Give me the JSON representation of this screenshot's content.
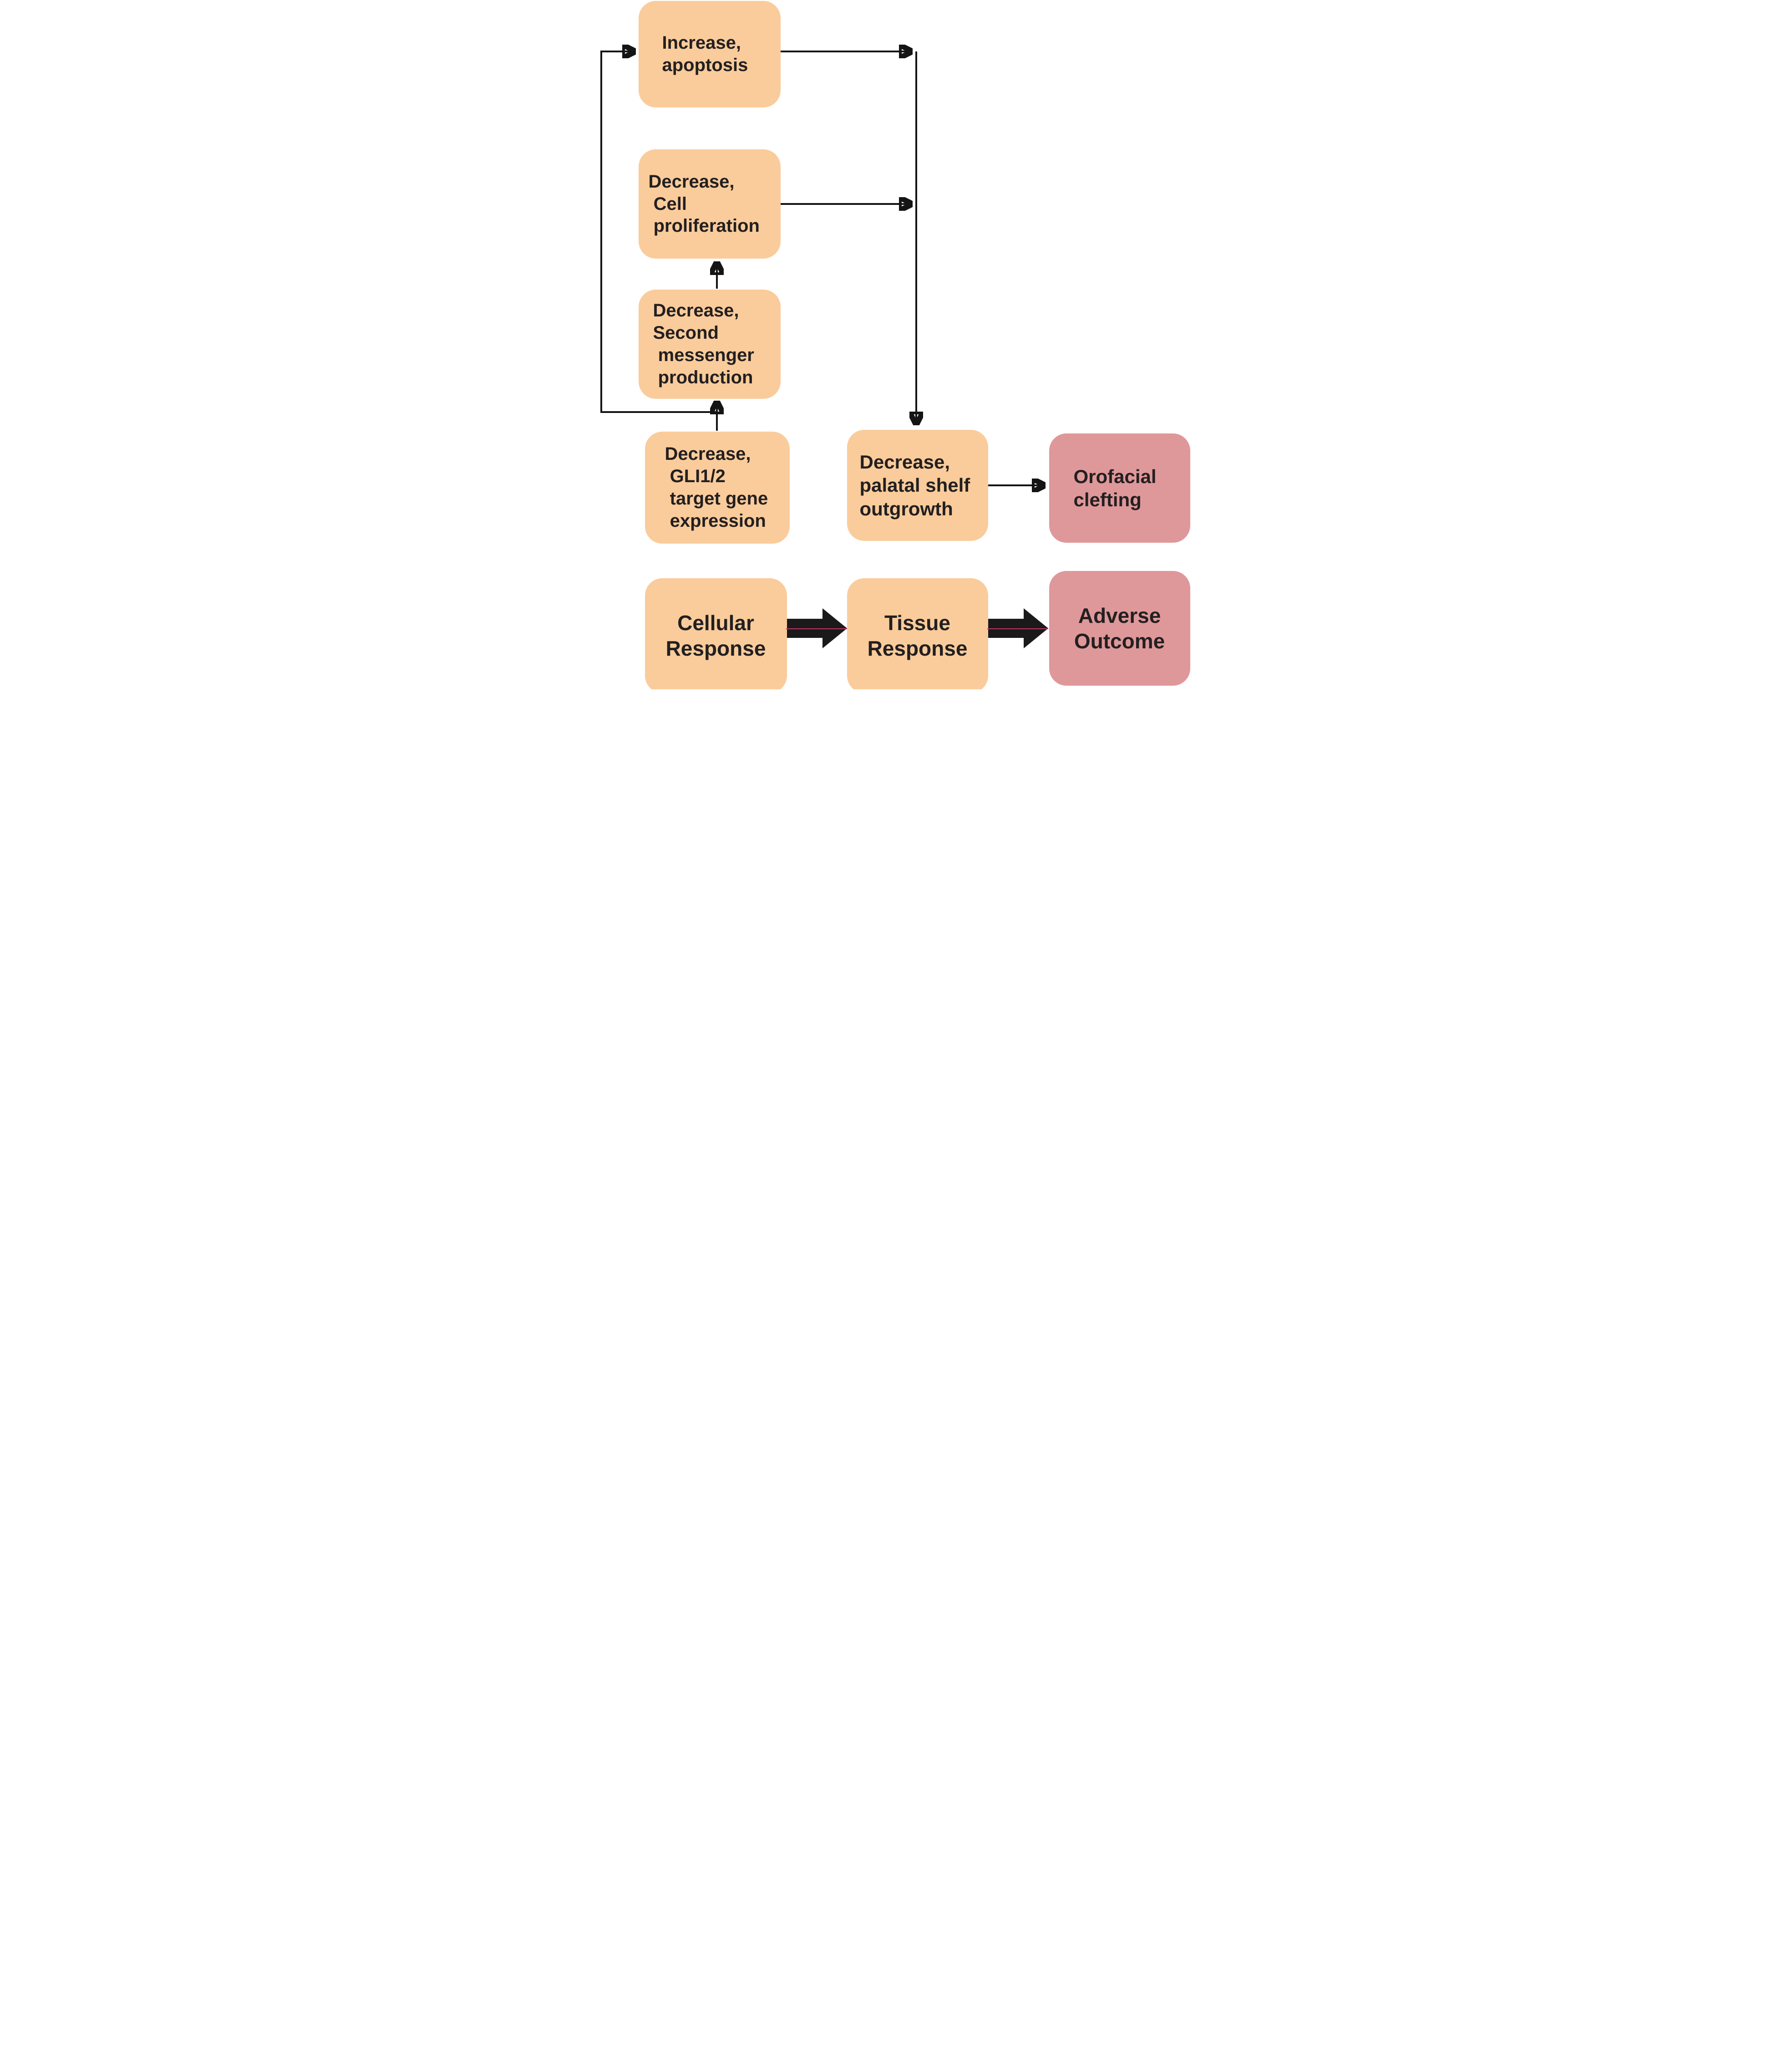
{
  "diagram": {
    "title": "Adverse outcome pathway: GLI target gene expression to orofacial clefting",
    "colors": {
      "key_event_box": "#FACC9B",
      "adverse_outcome_box": "#DF989A",
      "arrow": "#1a1a1a",
      "hairline": "#c2356b",
      "text": "#231f20"
    },
    "nodes": {
      "increase_apoptosis": {
        "label": "Increase,\napoptosis"
      },
      "decrease_cell_proliferation": {
        "label": "Decrease,\n Cell\n proliferation"
      },
      "decrease_second_messenger": {
        "label": "Decrease,\nSecond\n messenger\n production"
      },
      "decrease_gli_target": {
        "label": "Decrease,\n GLI1/2\n target gene\n expression"
      },
      "decrease_palatal_shelf": {
        "label": "Decrease,\npalatal shelf\noutgrowth"
      },
      "orofacial_clefting": {
        "label": "Orofacial\nclefting"
      },
      "cellular_response": {
        "label": "Cellular\nResponse"
      },
      "tissue_response": {
        "label": "Tissue\nResponse"
      },
      "adverse_outcome": {
        "label": "Adverse\nOutcome"
      }
    }
  }
}
